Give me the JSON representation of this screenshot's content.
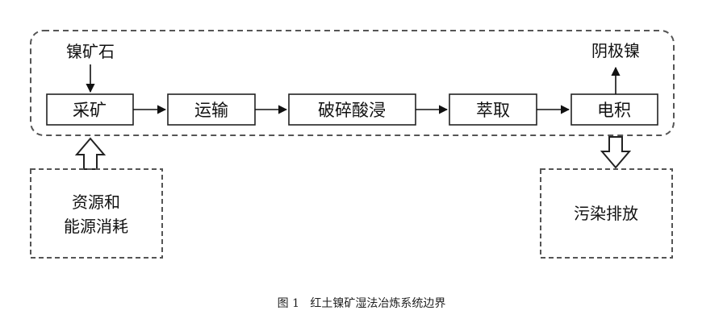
{
  "inputs": {
    "ore": "镍矿石",
    "resources_line1": "资源和",
    "resources_line2": "能源消耗"
  },
  "process": {
    "steps": [
      "采矿",
      "运输",
      "破碎酸浸",
      "萃取",
      "电积"
    ]
  },
  "outputs": {
    "product": "阴极镍",
    "emission": "污染排放"
  },
  "caption": "图 1   红土镍矿湿法冶炼系统边界"
}
